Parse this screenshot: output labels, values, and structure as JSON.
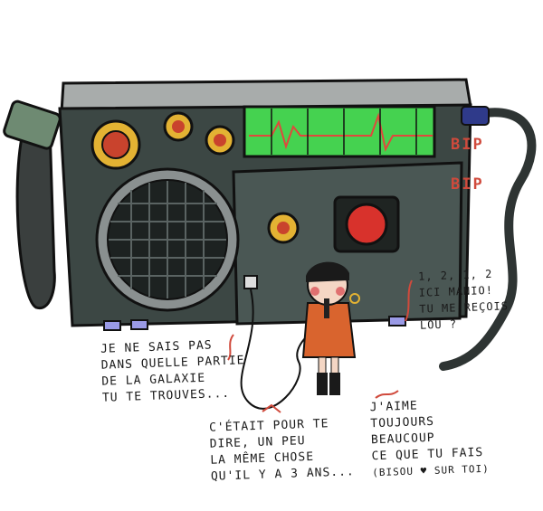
{
  "bip": [
    "BIP",
    "BIP"
  ],
  "bubbles": {
    "left": [
      "JE NE SAIS PAS",
      "DANS QUELLE PARTIE",
      "DE LA GALAXIE",
      "TU TE TROUVES..."
    ],
    "right_top": [
      "1, 2, 1, 2",
      "ICI MANIO!",
      "TU ME REÇOIS",
      "LOU ?"
    ],
    "bottom_mid": [
      "C'ÉTAIT POUR TE",
      "DIRE, UN PEU",
      "LA MÊME CHOSE",
      "QU'IL Y A 3 ANS..."
    ],
    "bottom_right": [
      "J'AIME",
      "TOUJOURS",
      "BEAUCOUP",
      "CE QUE TU FAIS"
    ],
    "bottom_right_small": "(BISOU ♥ SUR TOI)"
  },
  "colors": {
    "radio_body": "#3c4744",
    "radio_top": "#9ea3a2",
    "screen": "#45d250",
    "screen_wave": "#e0483c",
    "knob_yellow": "#e3b233",
    "button_red": "#d8322c",
    "bip_red": "#d04a3c"
  }
}
